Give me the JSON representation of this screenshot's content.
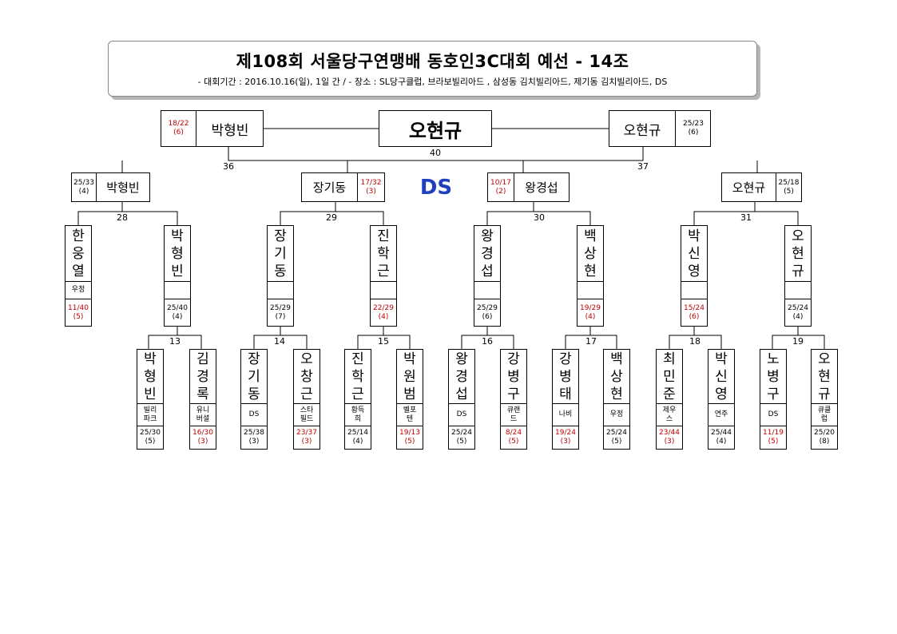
{
  "header": {
    "title": "제108회 서울당구연맹배 동호인3C대회 예선 - 14조",
    "subtitle": "- 대회기간 : 2016.10.16(일), 1일 간 / - 장소 : SL당구클럽, 브라보빌리아드 , 삼성동 김치빌리아드, 제기동 김치빌리아드, DS"
  },
  "venue_label": "DS",
  "final": {
    "winner": "오현규",
    "match_no": "40",
    "left": {
      "name": "박형빈",
      "score": "18/22\n(6)"
    },
    "right": {
      "name": "오현규",
      "score": "25/23\n(6)"
    }
  },
  "semis": [
    {
      "match_no": "36",
      "name": "박형빈",
      "score": "25/33\n(4)"
    },
    {
      "name": "장기동",
      "score": "17/32\n(3)"
    },
    {
      "match_no": "37",
      "name": "왕경섭",
      "score": "10/17\n(2)"
    },
    {
      "name": "오현규",
      "score": "25/18\n(5)"
    }
  ],
  "quarter_match_nos": [
    "28",
    "29",
    "30",
    "31"
  ],
  "round2": [
    {
      "name": "한\n웅\n열",
      "club": "우정",
      "score": "11/40\n(5)",
      "win": false
    },
    {
      "name": "박\n형\n빈",
      "club": "",
      "score": "25/40\n(4)",
      "win": true
    },
    {
      "name": "장\n기\n동",
      "club": "",
      "score": "25/29\n(7)",
      "win": true
    },
    {
      "name": "진\n학\n근",
      "club": "",
      "score": "22/29\n(4)",
      "win": false
    },
    {
      "name": "왕\n경\n섭",
      "club": "",
      "score": "25/29\n(6)",
      "win": true
    },
    {
      "name": "백\n상\n현",
      "club": "",
      "score": "19/29\n(4)",
      "win": false
    },
    {
      "name": "박\n신\n영",
      "club": "",
      "score": "15/24\n(6)",
      "win": false
    },
    {
      "name": "오\n현\n규",
      "club": "",
      "score": "25/24\n(4)",
      "win": true
    }
  ],
  "round1_match_nos": [
    "13",
    "14",
    "15",
    "16",
    "17",
    "18",
    "19"
  ],
  "round1": [
    {
      "name": "박\n형\n빈",
      "club": "빌리\n파크",
      "score": "25/30\n(5)",
      "win": true
    },
    {
      "name": "김\n경\n록",
      "club": "유니\n버셜",
      "score": "16/30\n(3)",
      "win": false
    },
    {
      "name": "장\n기\n동",
      "club": "DS",
      "score": "25/38\n(3)",
      "win": true
    },
    {
      "name": "오\n창\n근",
      "club": "스타\n필드",
      "score": "23/37\n(3)",
      "win": false
    },
    {
      "name": "진\n학\n근",
      "club": "황득\n희",
      "score": "25/14\n(4)",
      "win": true
    },
    {
      "name": "박\n원\n범",
      "club": "벨포\n텐",
      "score": "19/13\n(5)",
      "win": false
    },
    {
      "name": "왕\n경\n섭",
      "club": "DS",
      "score": "25/24\n(5)",
      "win": true
    },
    {
      "name": "강\n병\n구",
      "club": "큐랜\n드",
      "score": "8/24\n(5)",
      "win": false
    },
    {
      "name": "강\n병\n태",
      "club": "나비",
      "score": "19/24\n(3)",
      "win": false
    },
    {
      "name": "백\n상\n현",
      "club": "우정",
      "score": "25/24\n(5)",
      "win": true
    },
    {
      "name": "최\n민\n준",
      "club": "제우\n스",
      "score": "23/44\n(3)",
      "win": false
    },
    {
      "name": "박\n신\n영",
      "club": "연주",
      "score": "25/44\n(4)",
      "win": true
    },
    {
      "name": "노\n병\n구",
      "club": "DS",
      "score": "11/19\n(5)",
      "win": false
    },
    {
      "name": "오\n현\n규",
      "club": "큐클\n럽",
      "score": "25/20\n(8)",
      "win": true
    }
  ],
  "colors": {
    "loser_score": "#c00000",
    "venue": "#1f3fbf"
  }
}
